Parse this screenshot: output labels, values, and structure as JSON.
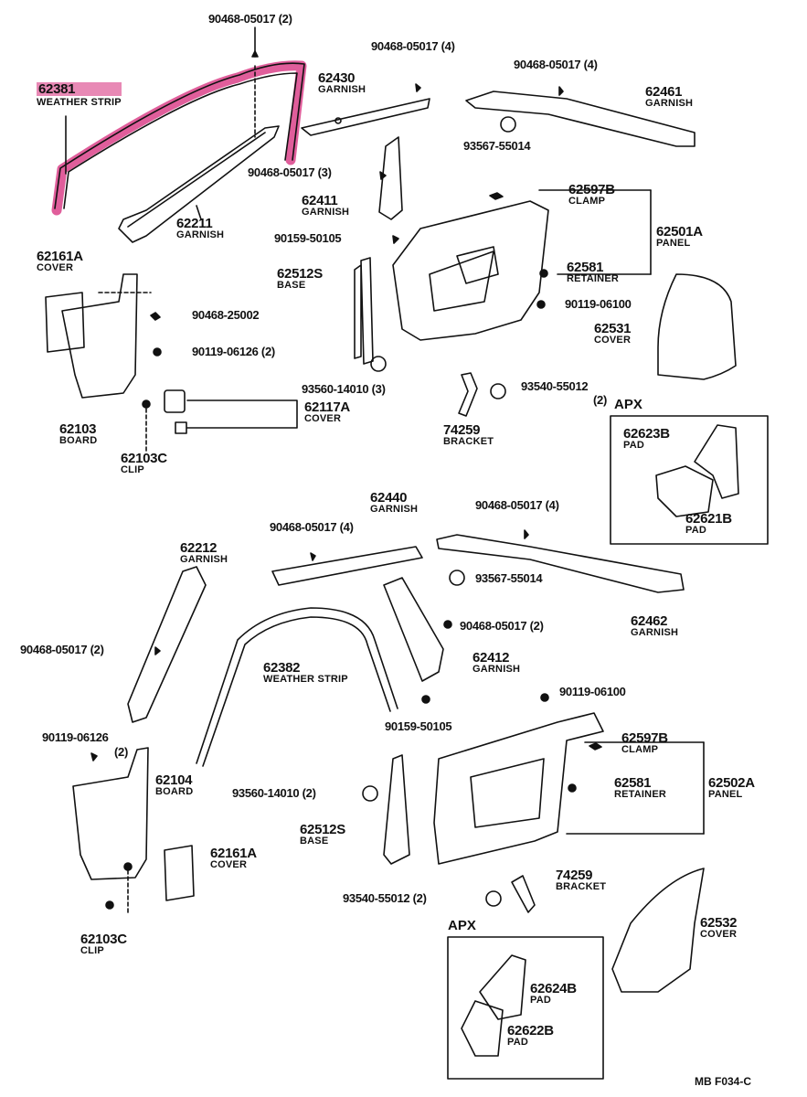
{
  "diagram": {
    "code": "MB  F034-C",
    "highlight_color": "#d6287a",
    "parts": [
      {
        "id": "p62381",
        "number": "62381",
        "name": "WEATHER STRIP",
        "highlighted": true
      },
      {
        "id": "p62430",
        "number": "62430",
        "name": "GARNISH"
      },
      {
        "id": "p62461",
        "number": "62461",
        "name": "GARNISH"
      },
      {
        "id": "p62211",
        "number": "62211",
        "name": "GARNISH"
      },
      {
        "id": "p62411",
        "number": "62411",
        "name": "GARNISH"
      },
      {
        "id": "p62597B_1",
        "number": "62597B",
        "name": "CLAMP"
      },
      {
        "id": "p62501A",
        "number": "62501A",
        "name": "PANEL"
      },
      {
        "id": "p62161A_1",
        "number": "62161A",
        "name": "COVER"
      },
      {
        "id": "p62512S_1",
        "number": "62512S",
        "name": "BASE"
      },
      {
        "id": "p62581_1",
        "number": "62581",
        "name": "RETAINER"
      },
      {
        "id": "p62531",
        "number": "62531",
        "name": "COVER"
      },
      {
        "id": "p62117A",
        "number": "62117A",
        "name": "COVER"
      },
      {
        "id": "p62103",
        "number": "62103",
        "name": "BOARD"
      },
      {
        "id": "p62103C_1",
        "number": "62103C",
        "name": "CLIP"
      },
      {
        "id": "p74259_1",
        "number": "74259",
        "name": "BRACKET"
      },
      {
        "id": "p62623B",
        "number": "62623B",
        "name": "PAD"
      },
      {
        "id": "p62621B",
        "number": "62621B",
        "name": "PAD"
      },
      {
        "id": "p62440",
        "number": "62440",
        "name": "GARNISH"
      },
      {
        "id": "p62212",
        "number": "62212",
        "name": "GARNISH"
      },
      {
        "id": "p62462",
        "number": "62462",
        "name": "GARNISH"
      },
      {
        "id": "p62382",
        "number": "62382",
        "name": "WEATHER STRIP"
      },
      {
        "id": "p62412",
        "number": "62412",
        "name": "GARNISH"
      },
      {
        "id": "p62104",
        "number": "62104",
        "name": "BOARD"
      },
      {
        "id": "p62597B_2",
        "number": "62597B",
        "name": "CLAMP"
      },
      {
        "id": "p62581_2",
        "number": "62581",
        "name": "RETAINER"
      },
      {
        "id": "p62502A",
        "number": "62502A",
        "name": "PANEL"
      },
      {
        "id": "p62512S_2",
        "number": "62512S",
        "name": "BASE"
      },
      {
        "id": "p62161A_2",
        "number": "62161A",
        "name": "COVER"
      },
      {
        "id": "p74259_2",
        "number": "74259",
        "name": "BRACKET"
      },
      {
        "id": "p62532",
        "number": "62532",
        "name": "COVER"
      },
      {
        "id": "p62103C_2",
        "number": "62103C",
        "name": "CLIP"
      },
      {
        "id": "p62624B",
        "number": "62624B",
        "name": "PAD"
      },
      {
        "id": "p62622B",
        "number": "62622B",
        "name": "PAD"
      }
    ],
    "fasteners": [
      {
        "id": "f1",
        "text": "90468-05017 (2)"
      },
      {
        "id": "f2",
        "text": "90468-05017 (4)"
      },
      {
        "id": "f3",
        "text": "90468-05017 (4)"
      },
      {
        "id": "f4",
        "text": "93567-55014"
      },
      {
        "id": "f5",
        "text": "90468-05017 (3)"
      },
      {
        "id": "f6",
        "text": "90159-50105"
      },
      {
        "id": "f7",
        "text": "90119-06100"
      },
      {
        "id": "f8",
        "text": "90468-25002"
      },
      {
        "id": "f9",
        "text": "90119-06126 (2)"
      },
      {
        "id": "f10",
        "text": "93560-14010 (3)"
      },
      {
        "id": "f11",
        "text": "93540-55012"
      },
      {
        "id": "f11q",
        "text": "(2)"
      },
      {
        "id": "f12",
        "text": "90468-05017 (4)"
      },
      {
        "id": "f13",
        "text": "93567-55014"
      },
      {
        "id": "f14",
        "text": "90468-05017 (2)"
      },
      {
        "id": "f15",
        "text": "90468-05017 (2)"
      },
      {
        "id": "f16",
        "text": "90119-06100"
      },
      {
        "id": "f17",
        "text": "90159-50105"
      },
      {
        "id": "f18",
        "text": "90119-06126"
      },
      {
        "id": "f18q",
        "text": "(2)"
      },
      {
        "id": "f19",
        "text": "93560-14010 (2)"
      },
      {
        "id": "f20",
        "text": "93540-55012 (2)"
      }
    ],
    "apx_label": "APX"
  }
}
